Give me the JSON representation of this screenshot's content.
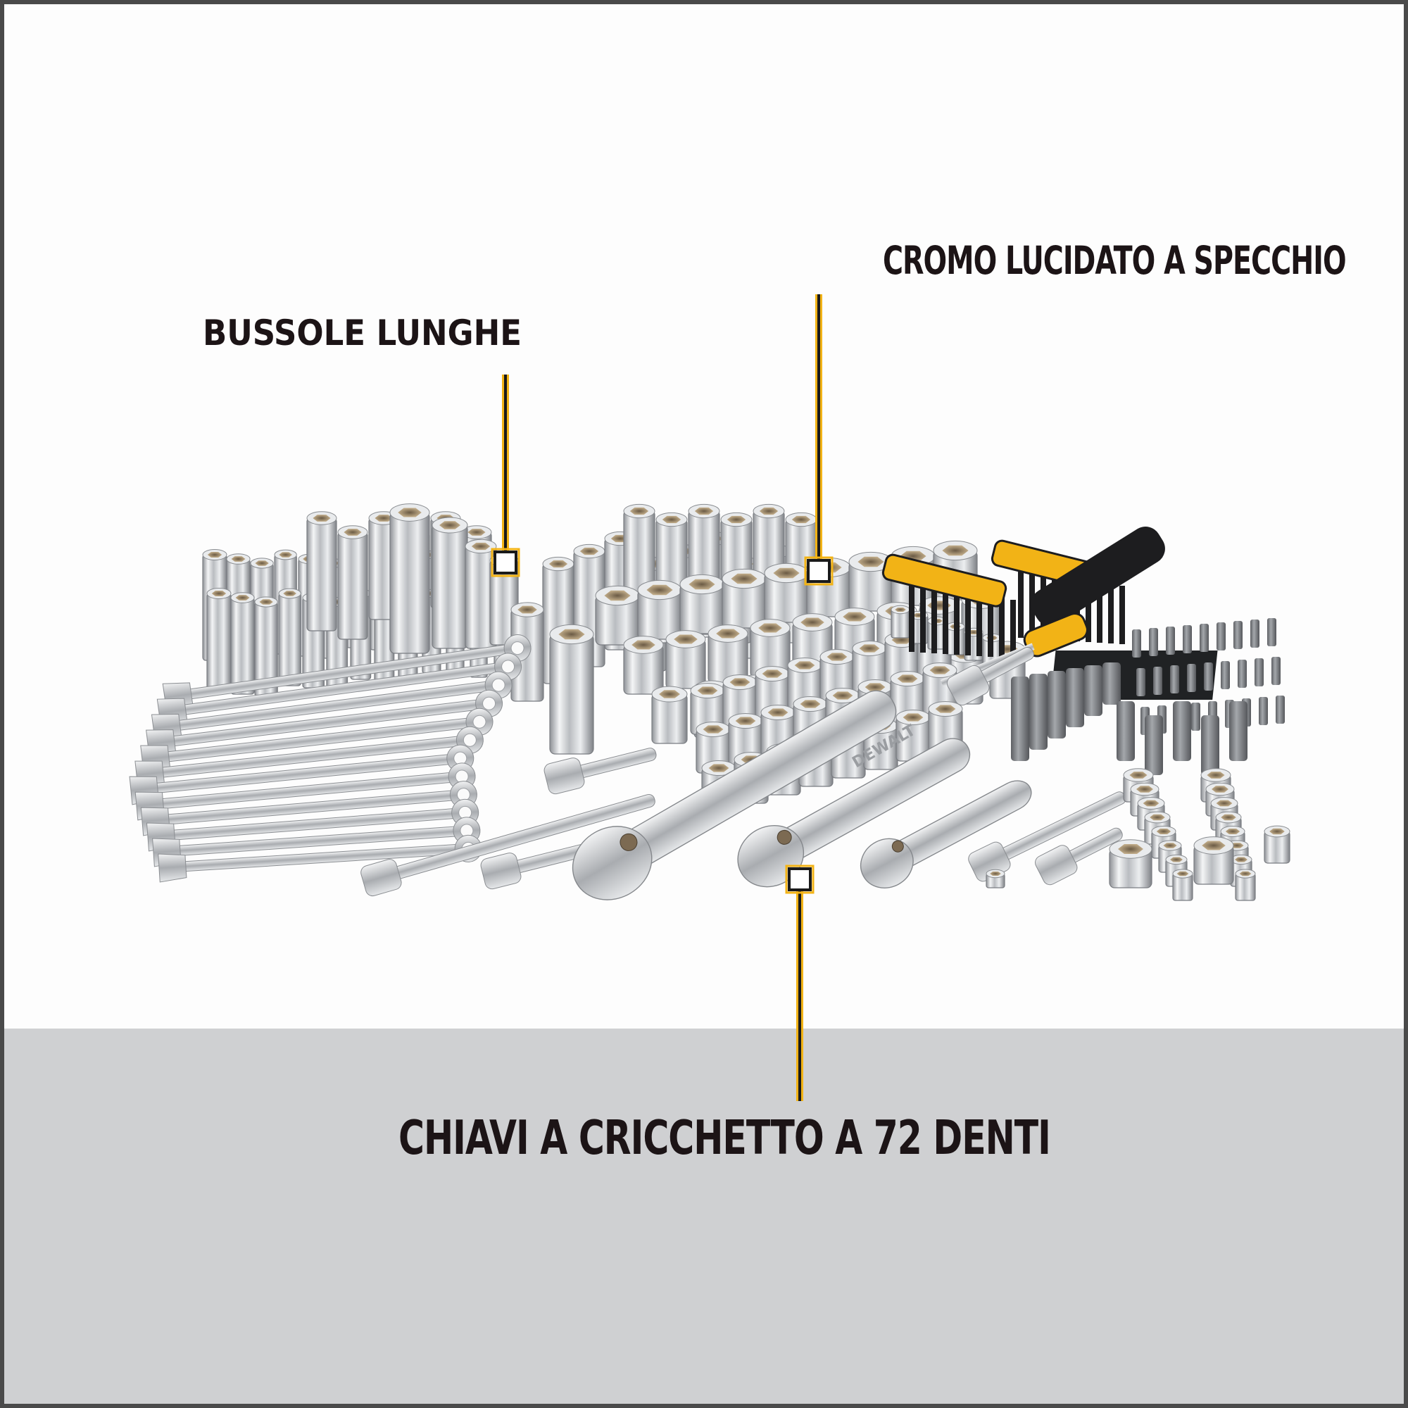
{
  "callouts": {
    "bussole": "BUSSOLE LUNGHE",
    "cromo": "CROMO LUCIDATO A SPECCHIO",
    "chiavi": "CHIAVI A CRICCHETTO A 72 DENTI"
  },
  "brand_marks": [
    "DEWALT"
  ],
  "colors": {
    "accent": "#f2b316",
    "line": "#1a1a1a",
    "text": "#1c1416",
    "floor": "#cfd0d2",
    "background": "#fdfdfd",
    "frame": "#4a4a4a"
  }
}
